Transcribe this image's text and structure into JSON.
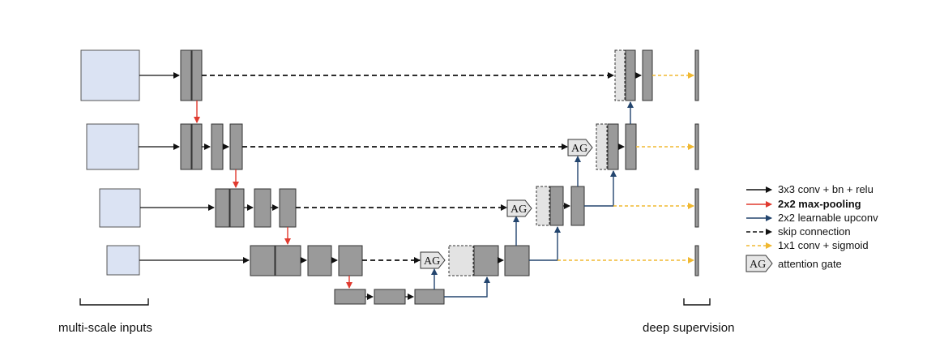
{
  "labels": {
    "inputs": "multi-scale inputs",
    "supervision": "deep supervision",
    "attention_gate": "AG"
  },
  "legend": [
    {
      "text": "3x3 conv + bn + relu",
      "style": "solid",
      "color": "#111111",
      "bold": false
    },
    {
      "text": "2x2 max-pooling",
      "style": "solid",
      "color": "#e03a2f",
      "bold": true
    },
    {
      "text": "2x2 learnable upconv",
      "style": "solid",
      "color": "#23456e",
      "bold": false
    },
    {
      "text": "skip connection",
      "style": "dashed",
      "color": "#111111",
      "bold": false
    },
    {
      "text": "1x1 conv + sigmoid",
      "style": "dashed",
      "color": "#f0b830",
      "bold": false
    },
    {
      "text": "attention gate",
      "style": "ag",
      "bold": false
    }
  ],
  "colors": {
    "input_fill": "#dbe3f3",
    "block_fill": "#9a9a9a",
    "light_block_fill": "#e3e3e3",
    "conv": "#111111",
    "pool": "#e03a2f",
    "upconv": "#23456e",
    "sigmoid": "#f0b830"
  }
}
